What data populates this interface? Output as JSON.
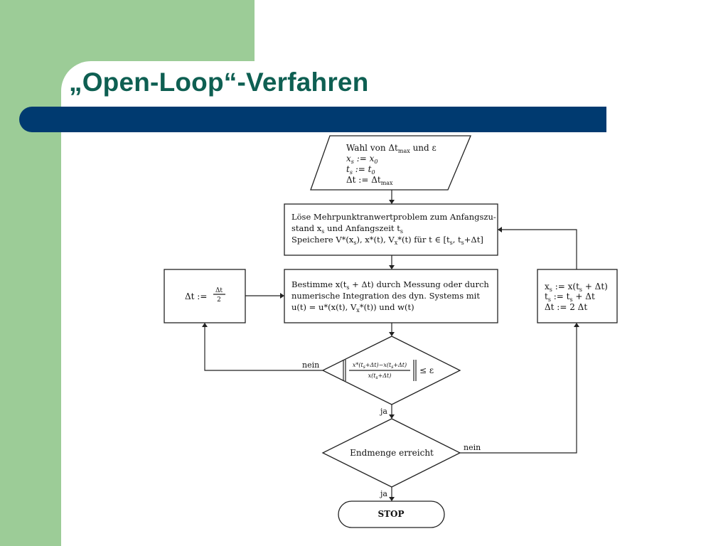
{
  "slide": {
    "title": "„Open-Loop“-Verfahren",
    "accent_colors": {
      "green": "#9ccc97",
      "bar": "#003a70",
      "title": "#0e5f52"
    }
  },
  "flowchart": {
    "init": {
      "line1": "Wahl von Δt",
      "line1_sub": "max",
      "line1_tail": " und ε",
      "line2": "x",
      "line2_sub": "s",
      "line2_tail": " := x",
      "line2_sub2": "0",
      "line3": "t",
      "line3_sub": "s",
      "line3_tail": " := t",
      "line3_sub2": "0",
      "line4": "Δt := Δt",
      "line4_sub": "max"
    },
    "solve": {
      "line1": "Löse Mehrpunktranwertproblem zum Anfangszu-",
      "line2_a": "stand x",
      "line2_sub": "s",
      "line2_b": " und Anfangszeit t",
      "line2_sub2": "s",
      "line3": "Speichere V*(x",
      "line3_sub": "s",
      "line3_b": "), x*(t), V",
      "line3_sub2": "x",
      "line3_c": "*(t) für t ∈ [t",
      "line3_sub3": "s",
      "line3_d": ", t",
      "line3_sub4": "s",
      "line3_e": "+Δt]"
    },
    "determine": {
      "line1_a": "Bestimme x(t",
      "line1_sub": "s",
      "line1_b": " + Δt) durch Messung oder durch",
      "line2": "numerische Integration des dyn. Systems mit",
      "line3_a": "u(t) = u*(x(t), V",
      "line3_sub": "x",
      "line3_b": "*(t)) und w(t)"
    },
    "halve": {
      "lhs": "Δt := ",
      "num": "Δt",
      "den": "2"
    },
    "update": {
      "line1_a": "x",
      "line1_sub": "s",
      "line1_b": " := x(t",
      "line1_sub2": "s",
      "line1_c": " + Δt)",
      "line2_a": "t",
      "line2_sub": "s",
      "line2_b": " := t",
      "line2_sub2": "s",
      "line2_c": " + Δt",
      "line3": "Δt := 2 Δt"
    },
    "condition": {
      "num_a": "x*(t",
      "num_sub": "s",
      "num_b": "+Δt)−x(t",
      "num_sub2": "s",
      "num_c": "+Δt)",
      "den_a": "x(t",
      "den_sub": "s",
      "den_b": "+Δt)",
      "rhs": "≤ ε"
    },
    "endcheck": {
      "label": "Endmenge erreicht"
    },
    "stop": {
      "label": "STOP"
    },
    "edge_labels": {
      "cond_no": "nein",
      "cond_yes": "ja",
      "end_no": "nein",
      "end_yes": "ja"
    }
  }
}
